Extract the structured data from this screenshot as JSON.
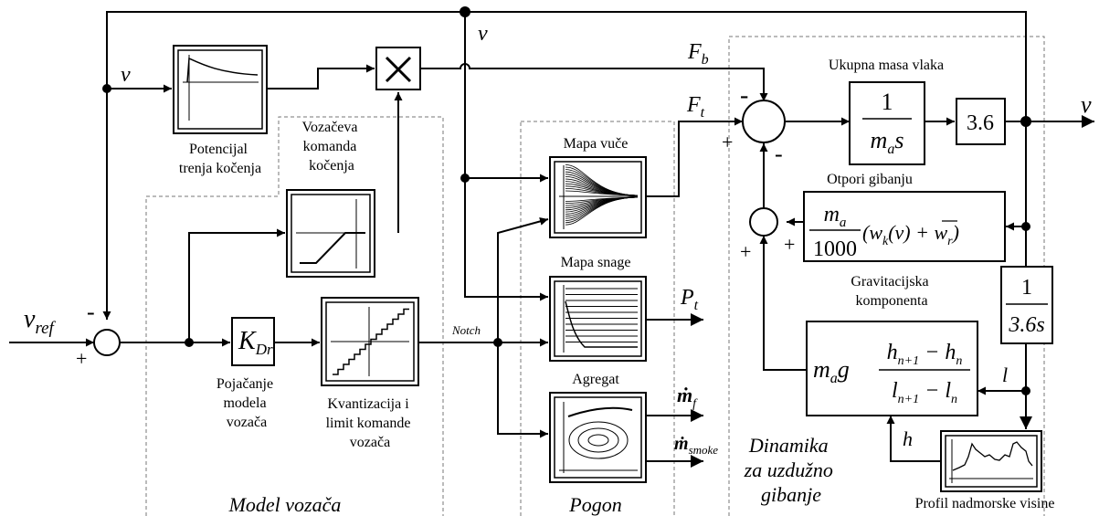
{
  "signals": {
    "v_top": "v",
    "v_left": "v",
    "v_out": "v",
    "v_ref": "v",
    "v_ref_sub": "ref",
    "F_b": "F",
    "F_b_sub": "b",
    "F_t": "F",
    "F_t_sub": "t",
    "P_t": "P",
    "P_t_sub": "t",
    "m_f": "ṁ",
    "m_f_sub": "f",
    "m_smoke": "ṁ",
    "m_smoke_sub": "smoke",
    "notch": "Notch",
    "l": "l",
    "h": "h"
  },
  "signs": {
    "sum_ref_minus": "-",
    "sum_ref_plus": "+",
    "sum_main_minus_top": "-",
    "sum_main_plus": "+",
    "sum_main_minus_bottom": "-",
    "sum_res_plus_right": "+",
    "sum_res_plus_bottom": "+"
  },
  "blocks": {
    "potencijal_caption": [
      "Potencijal",
      "trenja kočenja"
    ],
    "vozaceva_caption": [
      "Vozačeva",
      "komanda",
      "kočenja"
    ],
    "gain_label": "K",
    "gain_sub": "Dr",
    "gain_caption": [
      "Pojačanje",
      "modela",
      "vozača"
    ],
    "kvant_caption": [
      "Kvantizacija i",
      "limit komande",
      "vozača"
    ],
    "mapa_vuce": "Mapa vuče",
    "mapa_snage": "Mapa snage",
    "agregat": "Agregat",
    "ukupna_masa": "Ukupna masa vlaka",
    "mass_num": "1",
    "mass_den_m": "m",
    "mass_den_sub": "a",
    "mass_den_s": "s",
    "kmh_gain": "3.6",
    "otpori": "Otpori gibanju",
    "otpori_num_m": "m",
    "otpori_num_sub": "a",
    "otpori_den": "1000",
    "otpori_expr_w": "(w",
    "otpori_expr_k": "k",
    "otpori_expr_v": "(v) + ",
    "otpori_expr_wr": "w",
    "otpori_expr_r": "r",
    "otpori_expr_close": ")",
    "integrator_num": "1",
    "integrator_den": "3.6s",
    "grav_caption": [
      "Gravitacijska",
      "komponenta"
    ],
    "grav_mg_m": "m",
    "grav_mg_a": "a",
    "grav_mg_g": "g",
    "grav_num": "h",
    "grav_num_sub1": "n+1",
    "grav_num_mid": " − h",
    "grav_num_sub2": "n",
    "grav_den": "l",
    "grav_den_sub1": "n+1",
    "grav_den_mid": " − l",
    "grav_den_sub2": "n",
    "profil": "Profil nadmorske visine"
  },
  "groups": {
    "model_vozaca": "Model vozača",
    "pogon": "Pogon",
    "dinamika": [
      "Dinamika",
      "za uzdužno",
      "gibanje"
    ]
  },
  "colors": {
    "line": "#000000",
    "background": "#ffffff",
    "dashed": "#777777"
  }
}
